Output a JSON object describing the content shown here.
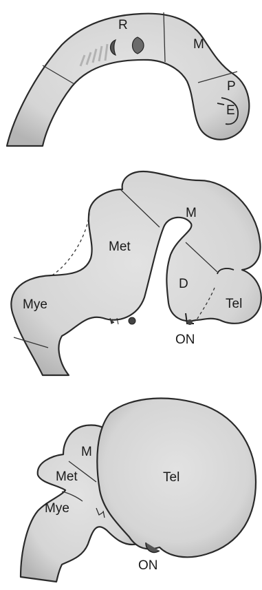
{
  "panels": [
    {
      "labels": {
        "r": "R",
        "m": "M",
        "p": "P",
        "e": "E"
      }
    },
    {
      "labels": {
        "m": "M",
        "met": "Met",
        "mye": "Mye",
        "d": "D",
        "tel": "Tel",
        "on": "ON"
      }
    },
    {
      "labels": {
        "m": "M",
        "met": "Met",
        "mye": "Mye",
        "tel": "Tel",
        "on": "ON"
      }
    }
  ],
  "colors": {
    "fill": "#dcdcdc",
    "shadow": "#a9a9a9",
    "outline": "#2a2a2a"
  }
}
